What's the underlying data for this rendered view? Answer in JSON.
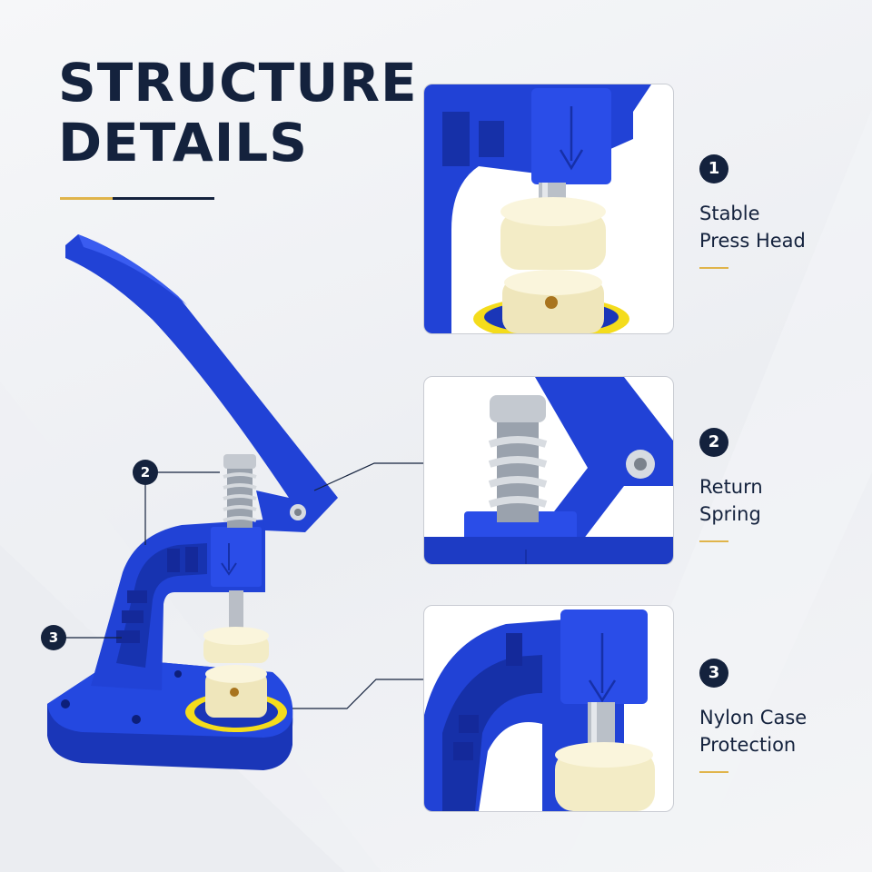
{
  "header": {
    "title_line1": "STRUCTURE",
    "title_line2": "DETAILS"
  },
  "features": [
    {
      "number": "1",
      "label_line1": "Stable",
      "label_line2": "Press Head"
    },
    {
      "number": "2",
      "label_line1": "Return",
      "label_line2": "Spring"
    },
    {
      "number": "3",
      "label_line1": "Nylon Case",
      "label_line2": "Protection"
    }
  ],
  "callouts": [
    {
      "number": "2"
    },
    {
      "number": "3"
    }
  ],
  "colors": {
    "navy": "#14223d",
    "gold": "#e0b44a",
    "tool_blue": "#1e3fd0",
    "nylon": "#f3ecc6",
    "ring_yellow": "#f4dc1c",
    "steel": "#b9bec6"
  }
}
